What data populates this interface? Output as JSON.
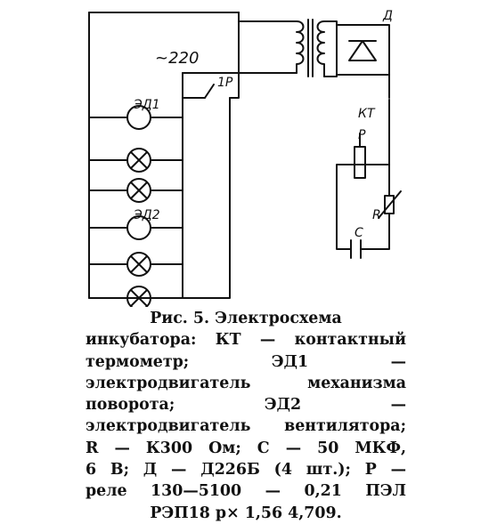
{
  "schematic": {
    "labels": {
      "voltage": "~220",
      "relay_contact": "1P",
      "motor1": "ЭД1",
      "motor2": "ЭД2",
      "thermometer": "КТ",
      "relay_coil": "P",
      "resistor": "R",
      "capacitor": "C",
      "diode_bridge": "Д"
    }
  },
  "caption": {
    "lines": [
      "Рис. 5. Электросхема",
      "инкубатора: КТ — контактный",
      "термометр; ЭД1 —",
      "электродвигатель механизма",
      "поворота; ЭД2 —",
      "электродвигатель вентилятора;",
      "R — К300 Ом; С — 50 МКФ,",
      "6 В; Д — Д226Б (4 шт.); Р —",
      "реле 130—5100 — 0,21 ПЭЛ",
      "РЭП18 р× 1,56 4,709."
    ]
  },
  "colors": {
    "ink": "#111111",
    "paper": "#ffffff"
  }
}
